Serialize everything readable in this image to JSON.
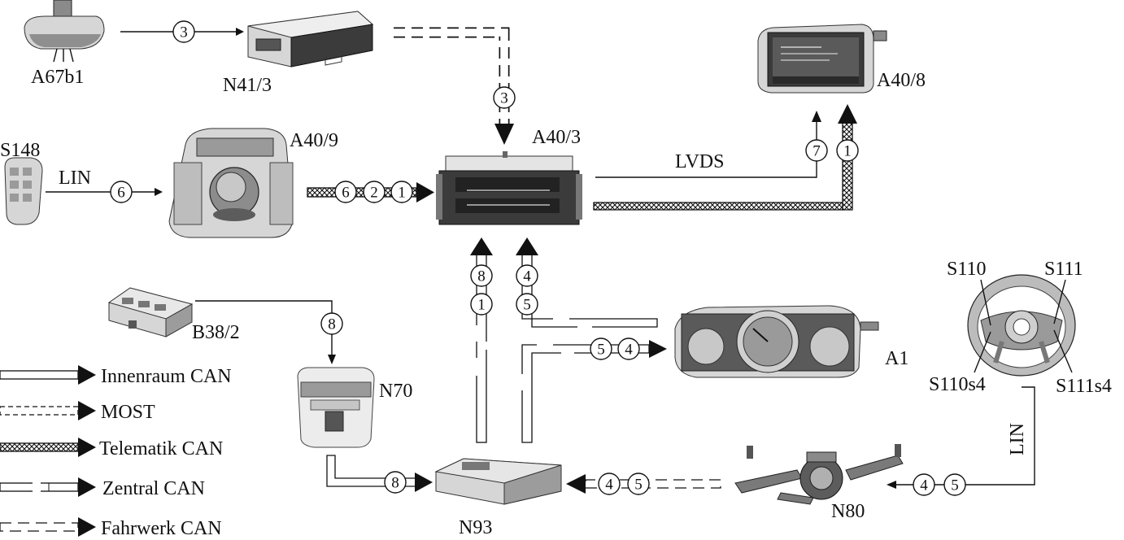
{
  "components": {
    "a67b1": "A67b1",
    "n41_3": "N41/3",
    "a40_8": "A40/8",
    "s148": "S148",
    "a40_9": "A40/9",
    "a40_3": "A40/3",
    "b38_2": "B38/2",
    "n70": "N70",
    "a1": "A1",
    "n93": "N93",
    "n80": "N80",
    "s110": "S110",
    "s111": "S111",
    "s110s4": "S110s4",
    "s111s4": "S111s4"
  },
  "connection_labels": {
    "lin_left": "LIN",
    "lin_right": "LIN",
    "lvds": "LVDS"
  },
  "signals": {
    "n3": "3",
    "n6": "6",
    "n2": "2",
    "n1": "1",
    "n7": "7",
    "n8": "8",
    "n4": "4",
    "n5": "5"
  },
  "legend": {
    "innenraum": "Innenraum CAN",
    "most": "MOST",
    "telematik": "Telematik CAN",
    "zentral": "Zentral CAN",
    "fahrwerk": "Fahrwerk CAN"
  },
  "colors": {
    "ink": "#111111",
    "device_dark": "#3b3b3b",
    "device_light": "#d6d6d6"
  }
}
